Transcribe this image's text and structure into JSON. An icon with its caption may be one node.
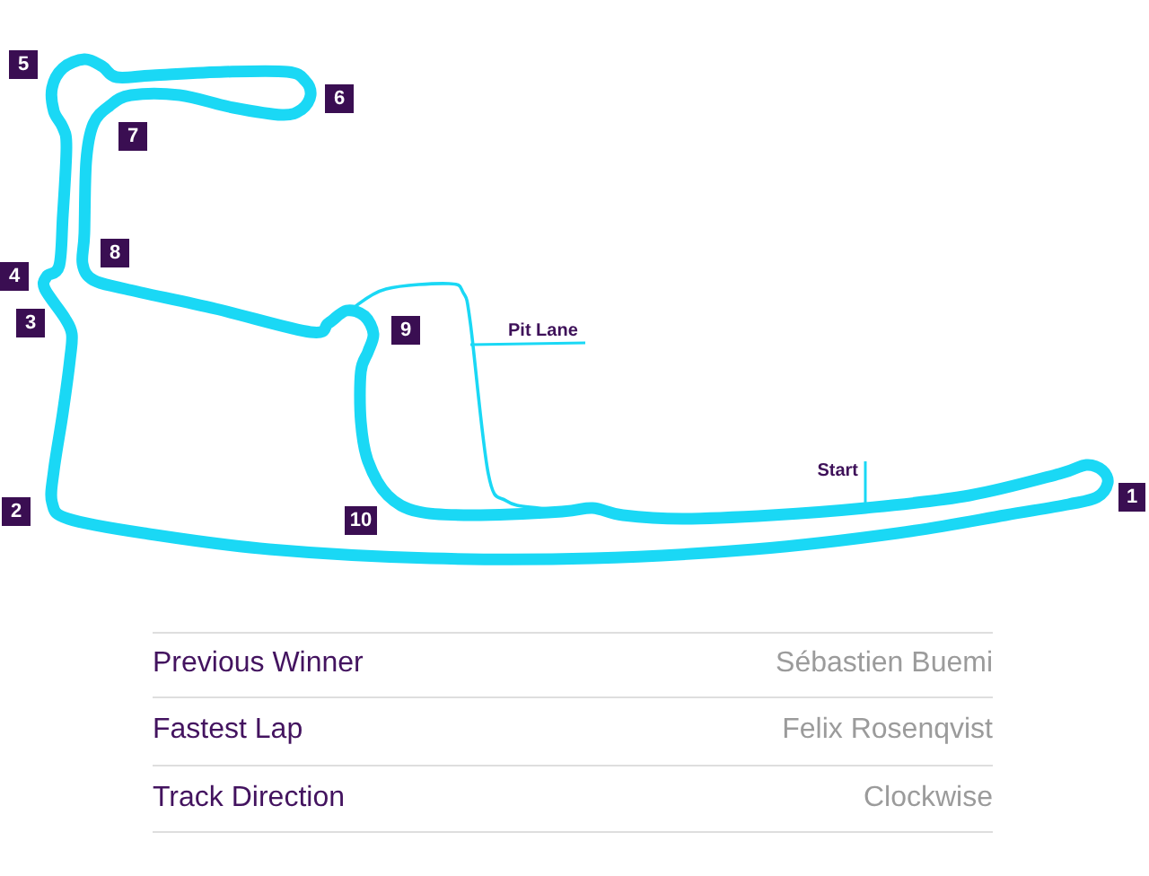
{
  "diagram": {
    "nodes": [
      {
        "text": [
          "Pit Lane"
        ]
      },
      {
        "text": [
          "Start"
        ]
      }
    ],
    "edges": [
      {
        "from": 0,
        "to": null,
        "arrow": "none"
      },
      {
        "from": 1,
        "to": null,
        "arrow": "none"
      }
    ],
    "labels": [
      "5",
      "6",
      "7",
      "8",
      "4",
      "3",
      "9",
      "1",
      "2",
      "10",
      "Previous Winner",
      "Sébastien Buemi",
      "Fastest Lap",
      "Felix Rosenqvist",
      "Track Direction",
      "Clockwise"
    ]
  }
}
